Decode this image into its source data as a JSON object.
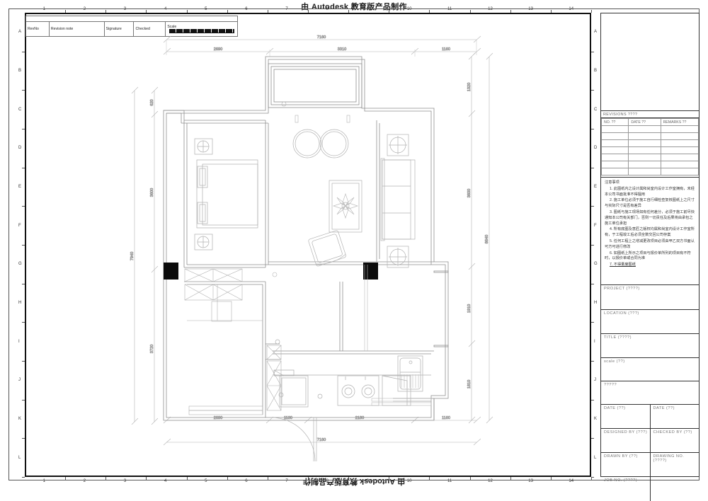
{
  "watermark": {
    "top": "由 Autodesk 教育版产品制作",
    "bottom": "由 Autodesk 教育版产品制作",
    "left": "由 Autodesk 教育版产品制作",
    "right": "由 Autodesk 教育版产品制作"
  },
  "border": {
    "columns": [
      "1",
      "2",
      "3",
      "4",
      "5",
      "6",
      "7",
      "8",
      "9",
      "10",
      "11",
      "12",
      "13",
      "14"
    ],
    "rows": [
      "A",
      "B",
      "C",
      "D",
      "E",
      "F",
      "G",
      "H",
      "I",
      "J",
      "K",
      "L"
    ]
  },
  "revision_strip": {
    "headers": [
      "RevNo",
      "Revision note",
      "Signature",
      "Checked",
      "Scale"
    ],
    "scale_label": "Scale"
  },
  "title_block": {
    "revisions_header": "REVISIONS ????",
    "revisions_columns": [
      "NO. ??",
      "DATE  ??",
      "REMARKS ??"
    ],
    "revision_rows": 7,
    "notes_title": "注意事项",
    "notes": [
      "1. 此图纸内之设计属和尚室内设计工作室拥有，未经本公司书面批准不得擅用",
      "2. 施工单位必须于施工自行细检查复核图纸上之尺寸与实际尺寸是否有差异",
      "3. 图纸与施工现场如有任何差分，必须于施工前尽快通知本公司有关部门，否则一切责任及后果将由承包之施工单位承担",
      "4. 所有底图及意匠之版权均属和尚室内设计工作室所有，于工程竣工后必须全数交回公司存案",
      "5. 任何工程上之增减更改项目必须由甲乙双方书面认可方可进行修改",
      "6. 如图纸上所示之项目与报价单所列的项目有不符时，以报价单或合同为准",
      "7. 不得量度图纸"
    ],
    "fields": [
      {
        "label": "PROJECT (????)"
      },
      {
        "label": "LOCATION (???)"
      },
      {
        "label": "TITLE (????)"
      },
      {
        "label": "scale  (??)"
      },
      {
        "label": "?????"
      }
    ],
    "fields_pairs": [
      {
        "left": "DATE (??)",
        "right": "DATE (??)"
      },
      {
        "left": "DESIGNED BY (???)",
        "right": "CHECKED BY (??)"
      },
      {
        "left": "DRAWN BY (??)",
        "right": "DRAWING NO. (????)"
      },
      {
        "left": "JOB NO. (????)",
        "right": ""
      }
    ]
  },
  "floorplan": {
    "dimensions": {
      "top_overall": "7160",
      "top_segments": [
        "2690",
        "3310",
        "1160"
      ],
      "bottom_overall": "7160",
      "bottom_segments": [
        "2690",
        "1130",
        "2180",
        "1160"
      ],
      "left_overall": "7940",
      "left_segments": [
        "620",
        "3600",
        "3720"
      ],
      "right_overall": "8640",
      "right_segments": [
        "1320",
        "3600",
        "1910",
        "1810"
      ]
    },
    "rooms": [
      {
        "name": "master-bedroom"
      },
      {
        "name": "living-room"
      },
      {
        "name": "balcony"
      },
      {
        "name": "second-bedroom"
      },
      {
        "name": "kitchen"
      },
      {
        "name": "bathroom"
      },
      {
        "name": "entry-hall"
      }
    ],
    "furniture": [
      "double-bed",
      "nightstand-left",
      "nightstand-right",
      "sofa-three-seat",
      "coffee-table",
      "armchair",
      "round-chair-1",
      "round-chair-2",
      "side-table",
      "wardrobe-upper",
      "wardrobe-lower",
      "wardrobe-right",
      "gas-stove",
      "kitchen-sink",
      "toilet",
      "entry-door"
    ]
  },
  "colors": {
    "line": "#9a9a9a",
    "wall": "#6d6d6d",
    "heavy": "#111111",
    "dim": "#a8a8a8",
    "frame": "#333333"
  }
}
